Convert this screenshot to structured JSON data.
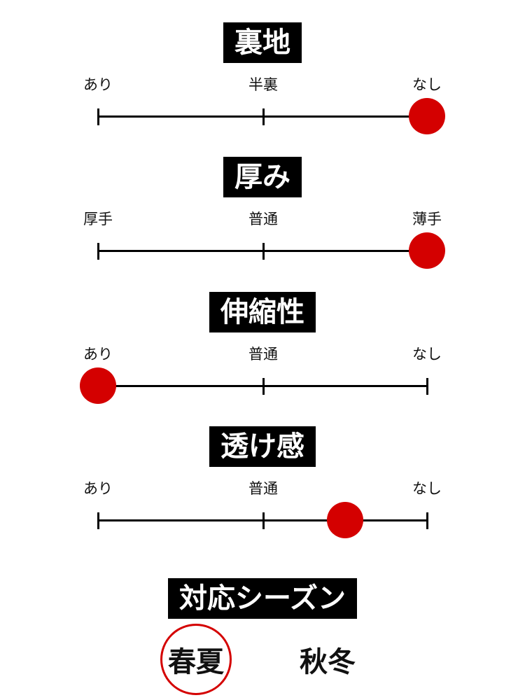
{
  "accent_color": "#d40000",
  "scales": [
    {
      "title": "裏地",
      "labels": [
        "あり",
        "半裏",
        "なし"
      ],
      "value": 1.0
    },
    {
      "title": "厚み",
      "labels": [
        "厚手",
        "普通",
        "薄手"
      ],
      "value": 1.0
    },
    {
      "title": "伸縮性",
      "labels": [
        "あり",
        "普通",
        "なし"
      ],
      "value": 0.0
    },
    {
      "title": "透け感",
      "labels": [
        "あり",
        "普通",
        "なし"
      ],
      "value": 0.75
    }
  ],
  "season": {
    "title": "対応シーズン",
    "options": [
      {
        "label": "春夏",
        "selected": true
      },
      {
        "label": "秋冬",
        "selected": false
      }
    ]
  }
}
